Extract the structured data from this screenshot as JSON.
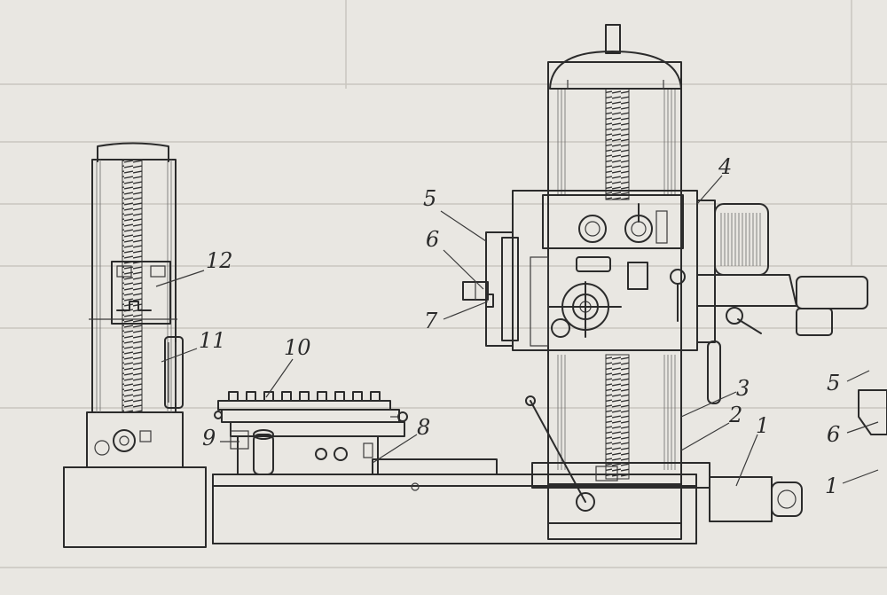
{
  "callouts": {
    "c1": "1",
    "c2": "2",
    "c3": "3",
    "c4": "4",
    "c5": "5",
    "c6": "6",
    "c7": "7",
    "c8": "8",
    "c9": "9",
    "c10": "10",
    "c11": "11",
    "c12": "12",
    "c1_right": "1",
    "c5_right": "5",
    "c6_right": "6"
  }
}
